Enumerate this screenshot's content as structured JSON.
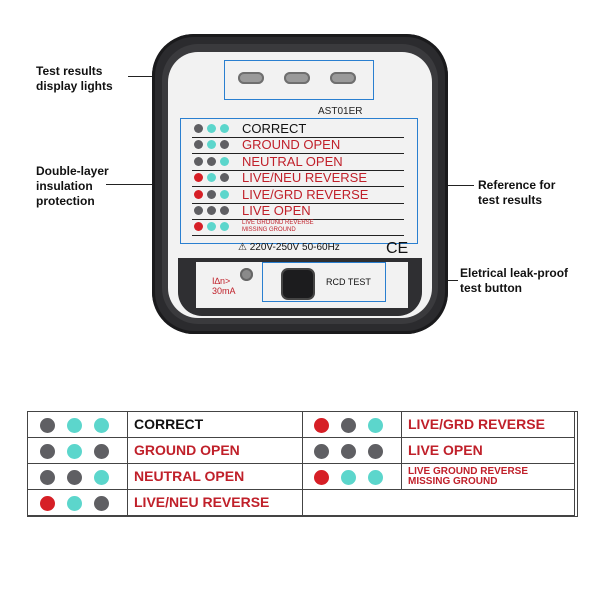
{
  "callouts": {
    "test_lights": "Test results\ndisplay lights",
    "insulation": "Double-layer\ninsulation\nprotection",
    "reference": "Reference for\ntest results",
    "leak_button": "Eletrical leak-proof\ntest button"
  },
  "device": {
    "model": "AST01ER",
    "spec": "⚠ 220V-250V 50-60Hz",
    "ce_mark": "CE",
    "indicator_label": "I∆n>\n30mA",
    "rcd_label": "RCD TEST"
  },
  "colors": {
    "gray": "#5f5f63",
    "cyan": "#5cd6cc",
    "red": "#d61f26"
  },
  "results": [
    {
      "label": "CORRECT",
      "dots": [
        "gray",
        "cyan",
        "cyan"
      ]
    },
    {
      "label": "GROUND OPEN",
      "dots": [
        "gray",
        "cyan",
        "gray"
      ]
    },
    {
      "label": "NEUTRAL OPEN",
      "dots": [
        "gray",
        "gray",
        "cyan"
      ]
    },
    {
      "label": "LIVE/NEU REVERSE",
      "dots": [
        "red",
        "cyan",
        "gray"
      ]
    },
    {
      "label": "LIVE/GRD REVERSE",
      "dots": [
        "red",
        "gray",
        "cyan"
      ]
    },
    {
      "label": "LIVE OPEN",
      "dots": [
        "gray",
        "gray",
        "gray"
      ]
    },
    {
      "label": "LIVE GROUND REVERSE\nMISSING GROUND",
      "dots": [
        "red",
        "cyan",
        "cyan"
      ]
    }
  ]
}
